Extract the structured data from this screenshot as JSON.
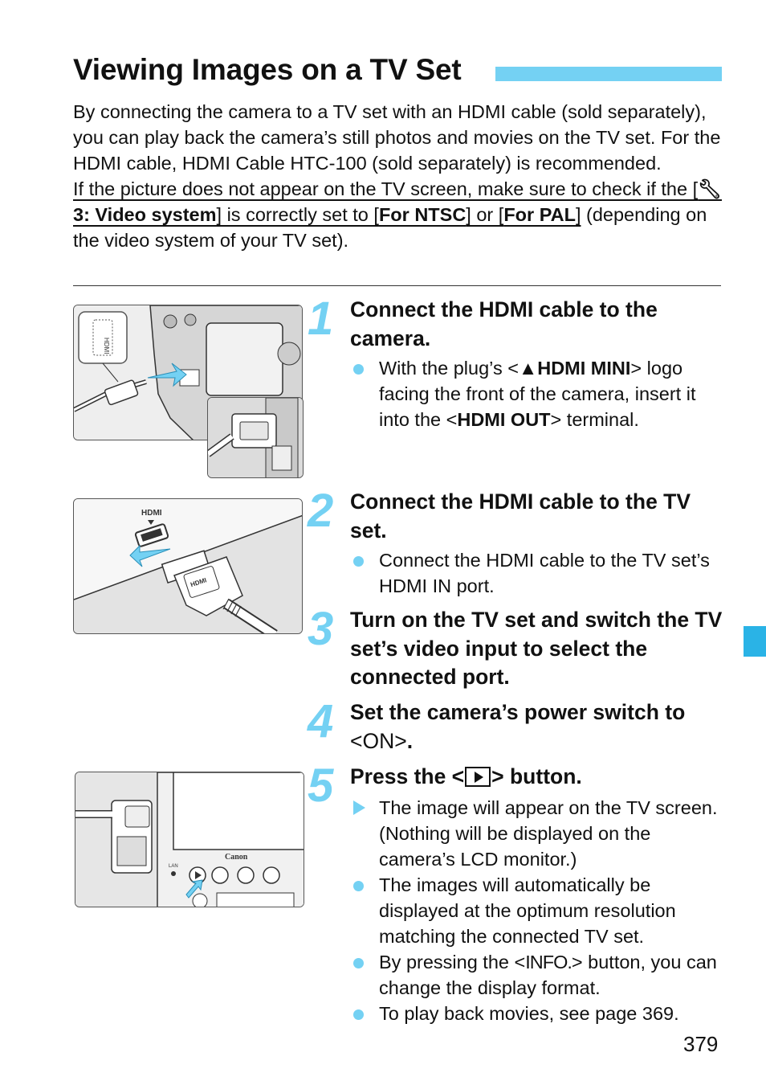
{
  "page": {
    "title": "Viewing Images on a TV Set",
    "page_number": "379",
    "accent_color": "#74d1f3",
    "side_tab_color": "#2ab3e6"
  },
  "intro": {
    "p1": "By connecting the camera to a TV set with an HDMI cable (sold separately), you can play back the camera’s still photos and movies on the TV set. For the HDMI cable, HDMI Cable HTC-100 (sold separately) is recommended.",
    "p2_a": "If the picture does not appear on the TV screen, make sure to check if the [",
    "p2_menu_icon": "wrench-icon",
    "p2_menu": "3: Video system",
    "p2_b": "] is correctly set to [",
    "p2_ntsc": "For NTSC",
    "p2_c": "] or [",
    "p2_pal": "For PAL",
    "p2_d": "]",
    "p2_e": " (depending on the video system of your TV set)."
  },
  "steps": [
    {
      "number": "1",
      "heading": "Connect the HDMI cable to the camera.",
      "bullets": [
        {
          "marker": "bullet",
          "a": "With the plug’s <",
          "logo": "▲HDMI MINI",
          "b": "> logo facing the front of the camera, insert it into the <",
          "terminal": "HDMI OUT",
          "c": "> terminal."
        }
      ]
    },
    {
      "number": "2",
      "heading": "Connect the HDMI cable to the TV set.",
      "bullets": [
        {
          "marker": "bullet",
          "text": "Connect the HDMI cable to the TV set’s HDMI IN port."
        }
      ]
    },
    {
      "number": "3",
      "heading": "Turn on the TV set and switch the TV set’s video input to select the connected port."
    },
    {
      "number": "4",
      "heading_a": "Set the camera’s power switch to ",
      "heading_b": "<ON>",
      "heading_c": "."
    },
    {
      "number": "5",
      "heading_a": "Press the <",
      "button_icon": "playback-icon",
      "heading_b": "> button.",
      "bullets": [
        {
          "marker": "arrow",
          "text": "The image will appear on the TV screen. (Nothing will be displayed on the camera’s LCD monitor.)"
        },
        {
          "marker": "bullet",
          "text": "The images will automatically be displayed at the optimum resolution matching the connected TV set."
        },
        {
          "marker": "bullet",
          "a": "By pressing the <",
          "key": "INFO.",
          "b": "> button, you can change the display format."
        },
        {
          "marker": "bullet",
          "text": "To play back movies, see page 369."
        }
      ]
    }
  ],
  "illustrations": {
    "camera_label": "Canon",
    "hdmi_label": "HDMI",
    "lan_label": "LAN"
  }
}
